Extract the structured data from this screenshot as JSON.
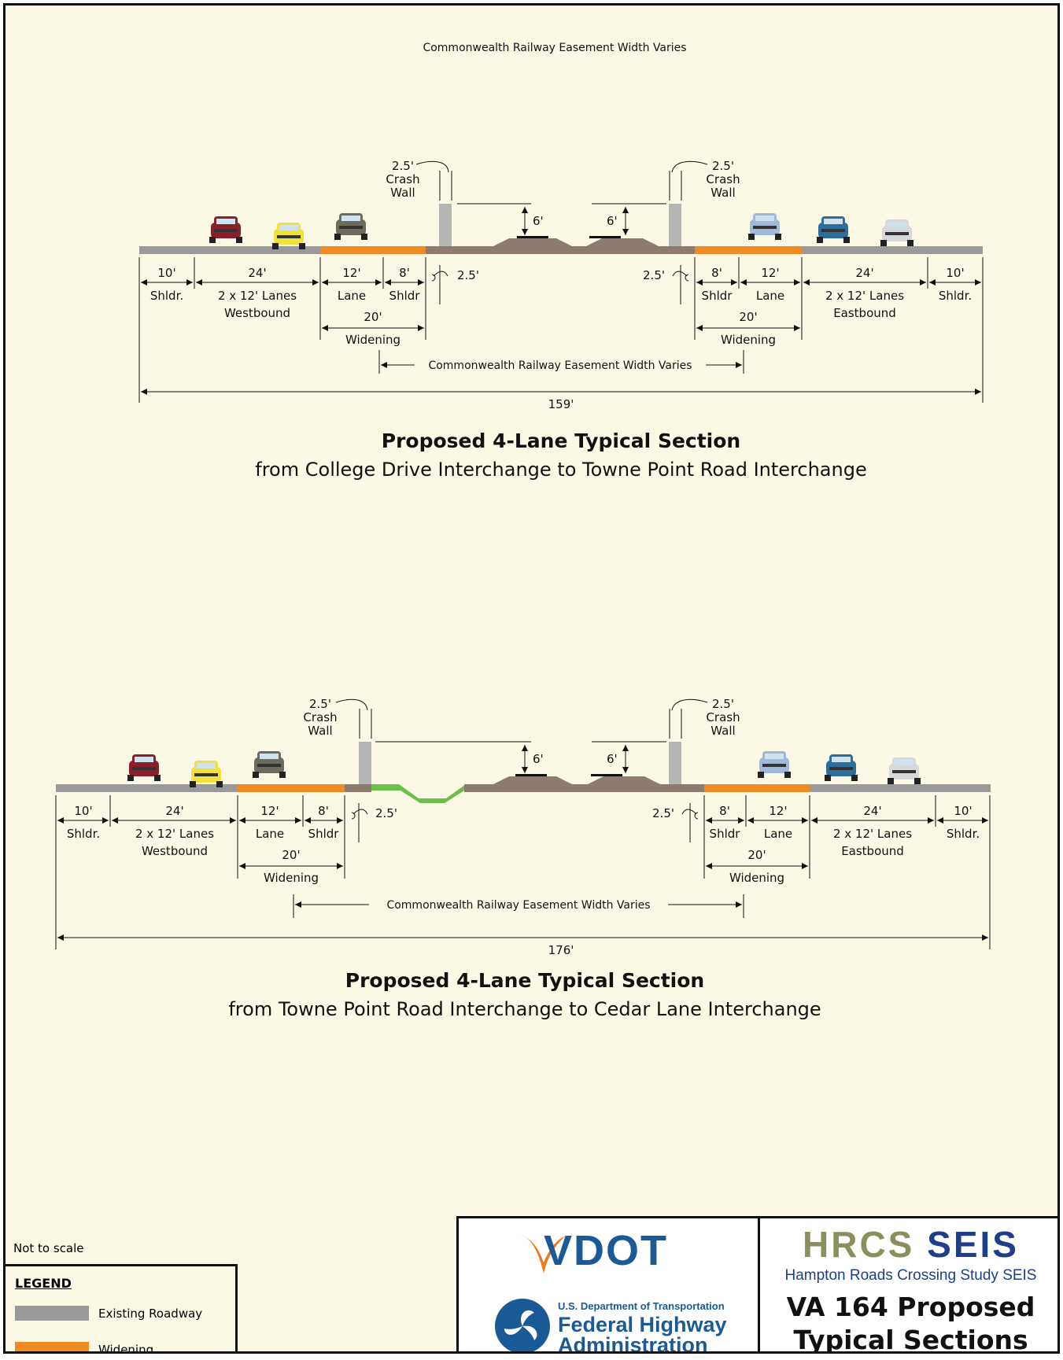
{
  "top_label": "Commonwealth Railway Easement Width Varies",
  "section1": {
    "crash_wall_width_l": "2.5'",
    "crash_wall_l": "Crash",
    "crash_wall_l2": "Wall",
    "crash_wall_width_r": "2.5'",
    "crash_wall_r": "Crash",
    "crash_wall_r2": "Wall",
    "height_l": "6'",
    "height_r": "6'",
    "dims": {
      "shldr_w": "10'",
      "shldr_w_lbl": "Shldr.",
      "lanes_w": "24'",
      "lanes_w_lbl": "2 x 12' Lanes",
      "lanes_w_lbl2": "Westbound",
      "lane_w": "12'",
      "lane_w_lbl": "Lane",
      "shldr8_w": "8'",
      "shldr8_w_lbl": "Shldr",
      "gap_l": "2.5'",
      "widen_l": "20'",
      "widen_l_lbl": "Widening",
      "gap_r": "2.5'",
      "shldr8_e": "8'",
      "shldr8_e_lbl": "Shldr",
      "lane_e": "12'",
      "lane_e_lbl": "Lane",
      "widen_r": "20'",
      "widen_r_lbl": "Widening",
      "lanes_e": "24'",
      "lanes_e_lbl": "2 x 12' Lanes",
      "lanes_e_lbl2": "Eastbound",
      "shldr_e": "10'",
      "shldr_e_lbl": "Shldr.",
      "easement": "Commonwealth Railway Easement Width Varies",
      "total": "159'"
    },
    "title": "Proposed 4-Lane Typical Section",
    "subtitle": "from College Drive Interchange to Towne Point Road Interchange"
  },
  "section2": {
    "crash_wall_width_l": "2.5'",
    "crash_wall_l": "Crash",
    "crash_wall_l2": "Wall",
    "crash_wall_width_r": "2.5'",
    "crash_wall_r": "Crash",
    "crash_wall_r2": "Wall",
    "height_l": "6'",
    "height_r": "6'",
    "dims": {
      "shldr_w": "10'",
      "shldr_w_lbl": "Shldr.",
      "lanes_w": "24'",
      "lanes_w_lbl": "2 x 12' Lanes",
      "lanes_w_lbl2": "Westbound",
      "lane_w": "12'",
      "lane_w_lbl": "Lane",
      "shldr8_w": "8'",
      "shldr8_w_lbl": "Shldr",
      "gap_l": "2.5'",
      "widen_l": "20'",
      "widen_l_lbl": "Widening",
      "gap_r": "2.5'",
      "shldr8_e": "8'",
      "shldr8_e_lbl": "Shldr",
      "lane_e": "12'",
      "lane_e_lbl": "Lane",
      "widen_r": "20'",
      "widen_r_lbl": "Widening",
      "lanes_e": "24'",
      "lanes_e_lbl": "2 x 12' Lanes",
      "lanes_e_lbl2": "Eastbound",
      "shldr_e": "10'",
      "shldr_e_lbl": "Shldr.",
      "easement": "Commonwealth Railway Easement Width Varies",
      "total": "176'"
    },
    "title": "Proposed 4-Lane Typical Section",
    "subtitle": "from Towne Point Road Interchange to Cedar Lane Interchange"
  },
  "legend": {
    "not_to_scale": "Not to scale",
    "heading": "LEGEND",
    "items": [
      {
        "label": "Existing Roadway",
        "color": "#9a9a9a"
      },
      {
        "label": "Widening",
        "color": "#f08a24"
      }
    ]
  },
  "logos": {
    "vdot": "VDOT",
    "fhwa_dept": "U.S. Department of Transportation",
    "fhwa_name1": "Federal Highway",
    "fhwa_name2": "Administration"
  },
  "title_block": {
    "hrcs_a": "HRCS",
    "hrcs_b": "SEIS",
    "hrcs_sub": "Hampton Roads Crossing Study SEIS",
    "title_line1": "VA 164 Proposed",
    "title_line2": "Typical Sections"
  },
  "colors": {
    "existing": "#9a9a9a",
    "widening": "#f08a24",
    "rail_bed": "#8e7b70",
    "ditch": "#6cc04a"
  }
}
